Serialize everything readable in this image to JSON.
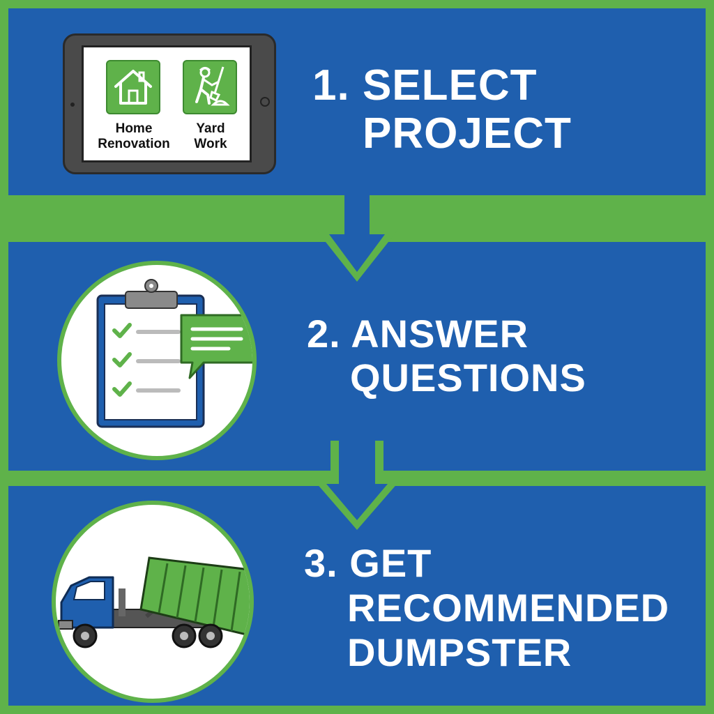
{
  "colors": {
    "background_green": "#5fb24a",
    "panel_blue": "#1f5fae",
    "text_white": "#ffffff"
  },
  "steps": [
    {
      "number": "1.",
      "title_line1": "SELECT",
      "title_line2": "PROJECT",
      "icon": "tablet-icon",
      "tablet": {
        "options": [
          {
            "label_line1": "Home",
            "label_line2": "Renovation",
            "icon": "house-icon"
          },
          {
            "label_line1": "Yard",
            "label_line2": "Work",
            "icon": "worker-shovel-icon"
          }
        ]
      }
    },
    {
      "number": "2.",
      "title_line1": "ANSWER",
      "title_line2": "QUESTIONS",
      "icon": "clipboard-checklist-icon"
    },
    {
      "number": "3.",
      "title_line1": "GET",
      "title_line2": "RECOMMENDED",
      "title_line3": "DUMPSTER",
      "icon": "dumpster-truck-icon"
    }
  ]
}
